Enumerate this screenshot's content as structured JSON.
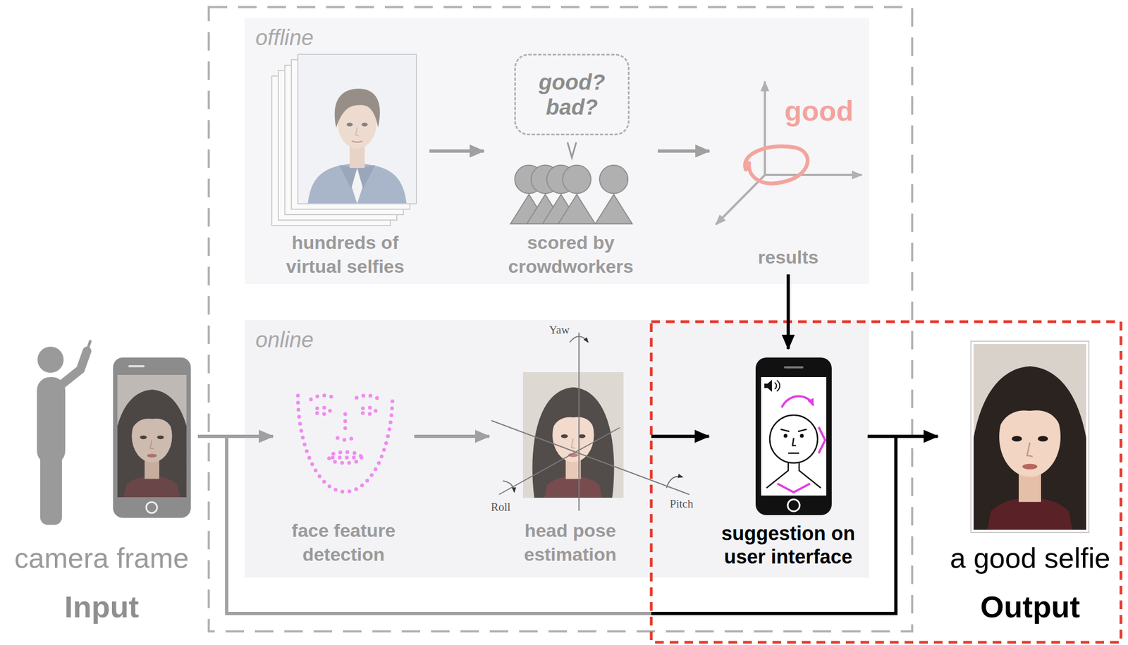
{
  "diagram": {
    "nodes": [
      {
        "text": [
          "offline"
        ]
      },
      {
        "text": [
          "hundreds of virtual selfies"
        ],
        "in": 0
      },
      {
        "text": [
          "scored by crowdworkers"
        ],
        "in": 0
      },
      {
        "text": [
          "good? bad?"
        ],
        "in": 2
      },
      {
        "text": [
          "results"
        ],
        "in": 0
      },
      {
        "text": [
          "online"
        ]
      },
      {
        "text": [
          "face feature detection"
        ],
        "in": 5
      },
      {
        "text": [
          "head pose estimation"
        ],
        "in": 5
      },
      {
        "text": [
          "suggestion on user interface"
        ],
        "in": 5
      },
      {
        "text": [
          "camera frame",
          "Input"
        ]
      },
      {
        "text": [
          "a good selfie",
          "Output"
        ]
      }
    ],
    "edges": [
      {
        "from": 1,
        "to": 2,
        "arrow": "to"
      },
      {
        "from": 2,
        "to": 4,
        "arrow": "to"
      },
      {
        "from": 4,
        "to": 8,
        "arrow": "to"
      },
      {
        "from": 9,
        "to": 6,
        "arrow": "to"
      },
      {
        "from": 6,
        "to": 7,
        "arrow": "to"
      },
      {
        "from": 7,
        "to": 8,
        "arrow": "to"
      },
      {
        "from": 8,
        "to": 10,
        "arrow": "to"
      },
      {
        "from": 8,
        "to": 6,
        "arrow": "to"
      }
    ],
    "labels": [
      "good",
      "Yaw",
      "Roll",
      "Pitch"
    ]
  }
}
